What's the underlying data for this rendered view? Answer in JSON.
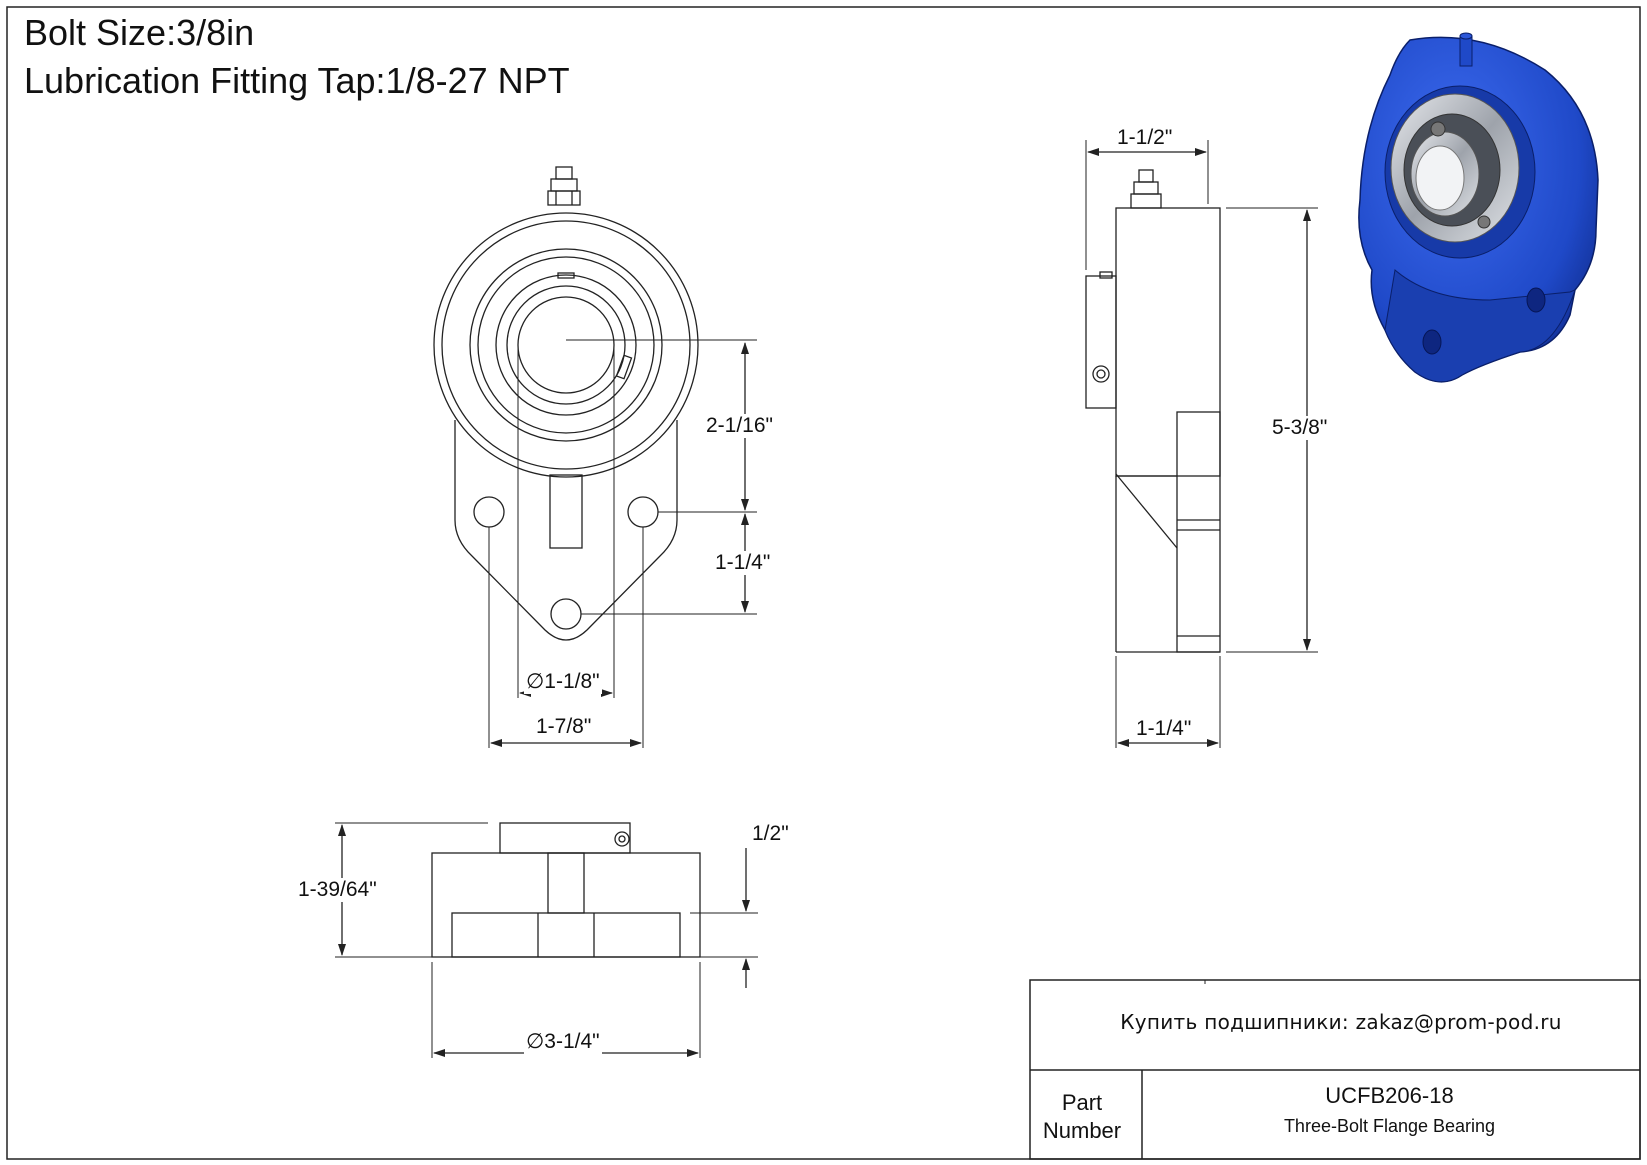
{
  "header": {
    "line1": "Bolt Size:3/8in",
    "line2": "Lubrication Fitting Tap:1/8-27 NPT"
  },
  "dimensions": {
    "front_center_to_bolt": "2-1/16\"",
    "front_bolt_to_bottom_hole": "1-1/4\"",
    "front_bore": "1-1/8\"",
    "front_bolt_spacing": "1-7/8\"",
    "side_top_width": "1-1/2\"",
    "side_height": "5-3/8\"",
    "side_bottom_width": "1-1/4\"",
    "plan_height": "1-39/64\"",
    "plan_flange": "1/2\"",
    "plan_diameter": "3-1/4\""
  },
  "diameter_symbol": "∅",
  "title_block": {
    "contact": "Купить подшипники: zakaz@prom-pod.ru",
    "part_label_line1": "Part",
    "part_label_line2": "Number",
    "part_number": "UCFB206-18",
    "description": "Three-Bolt Flange Bearing"
  },
  "colors": {
    "line": "#222222",
    "housing_blue": "#1f49c8",
    "housing_dark": "#0f2a8a",
    "insert_silver": "#b8bcc4"
  }
}
